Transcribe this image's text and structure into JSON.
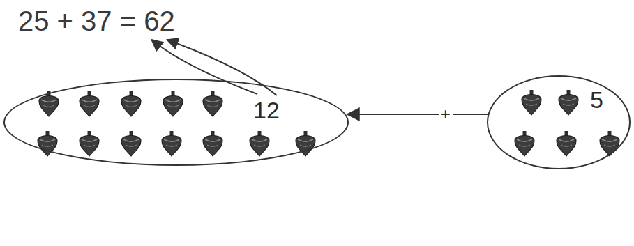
{
  "diagram": {
    "title": "25 + 37 = 62",
    "nodes": [
      {
        "text": [
          "12"
        ]
      },
      {
        "text": [
          "5"
        ]
      }
    ],
    "edges": [
      {
        "from": 1,
        "to": 0,
        "arrow": "to",
        "label": "+"
      }
    ]
  }
}
